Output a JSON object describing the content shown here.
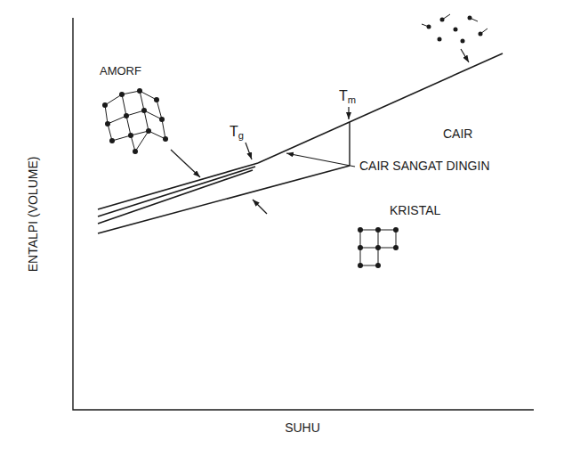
{
  "diagram": {
    "labels": [
      "AMORF",
      "Tg",
      "Tm",
      "CAIR",
      "CAIR SANGAT DINGIN",
      "KRISTAL",
      "ENTALPI (VOLUME)",
      "SUHU"
    ]
  }
}
